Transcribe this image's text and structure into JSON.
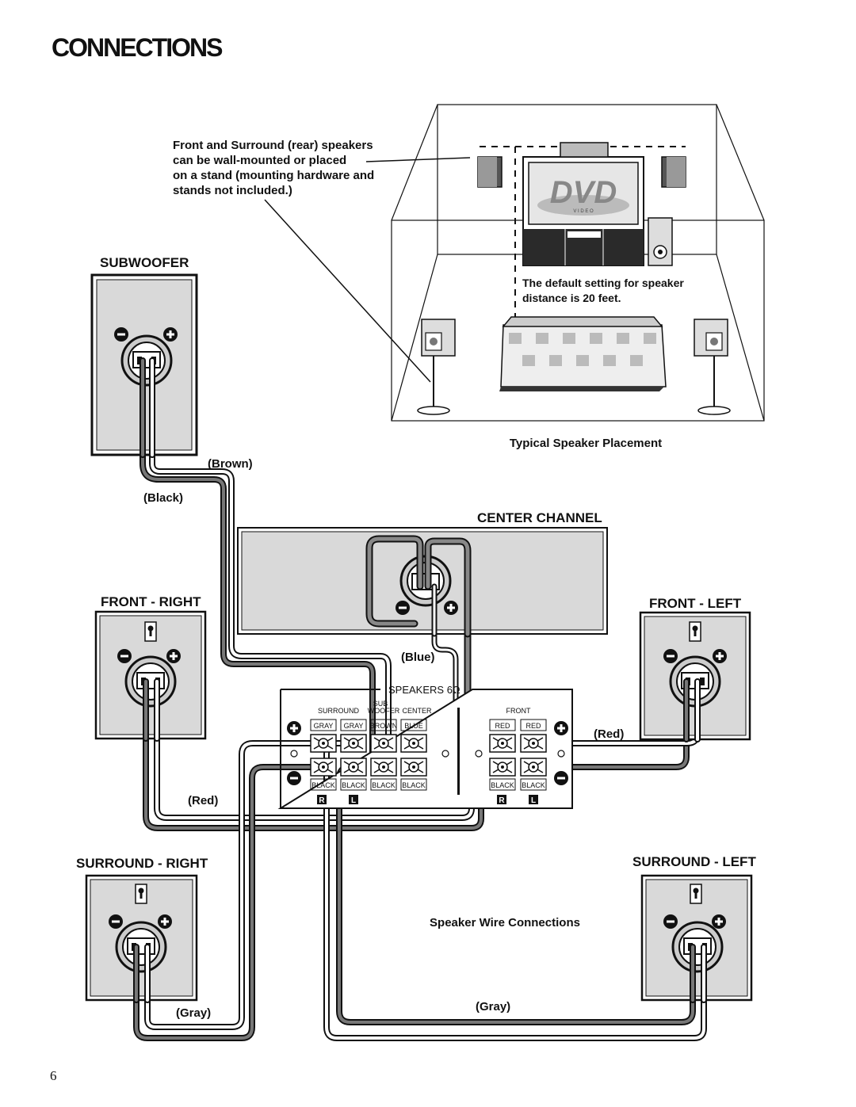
{
  "page": {
    "title": "CONNECTIONS",
    "page_number": "6"
  },
  "placement": {
    "note_lines": [
      "Front and Surround (rear) speakers",
      "can be wall-mounted or placed",
      "on a stand (mounting hardware and",
      "stands not included.)"
    ],
    "tv_logo": "DVD",
    "tv_logo_sub": "V I D E O",
    "default_note_lines": [
      "The default setting for speaker",
      "distance is 20 feet."
    ],
    "caption": "Typical Speaker Placement"
  },
  "speakers": {
    "subwoofer": "SUBWOOFER",
    "center": "CENTER CHANNEL",
    "front_right": "FRONT - RIGHT",
    "front_left": "FRONT - LEFT",
    "surround_right": "SURROUND - RIGHT",
    "surround_left": "SURROUND - LEFT"
  },
  "wires": {
    "brown": "(Brown)",
    "black": "(Black)",
    "blue": "(Blue)",
    "red_left": "(Red)",
    "red_right": "(Red)",
    "gray_left": "(Gray)",
    "gray_right": "(Gray)"
  },
  "panel": {
    "heading": "SPEAKERS 6Ω",
    "surround": "SURROUND",
    "sub": "SUB",
    "woofer": "WOOFER",
    "center": "CENTER",
    "front": "FRONT",
    "top_colors_left": [
      "GRAY",
      "GRAY",
      "BROWN",
      "BLUE"
    ],
    "top_colors_right": [
      "RED",
      "RED"
    ],
    "bottom_left": [
      "BLACK",
      "BLACK",
      "BLACK",
      "BLACK"
    ],
    "bottom_right": [
      "BLACK",
      "BLACK"
    ],
    "r": "R",
    "l": "L",
    "plus": "+",
    "minus": "−"
  },
  "icons": {
    "plus": "plus-icon",
    "minus": "minus-icon",
    "speaker": "speaker-icon",
    "tv": "tv-icon"
  },
  "caption": "Speaker Wire Connections",
  "colors": {
    "box_fill": "#d9d9d9",
    "line": "#111111",
    "panel_fill": "#ffffff"
  }
}
